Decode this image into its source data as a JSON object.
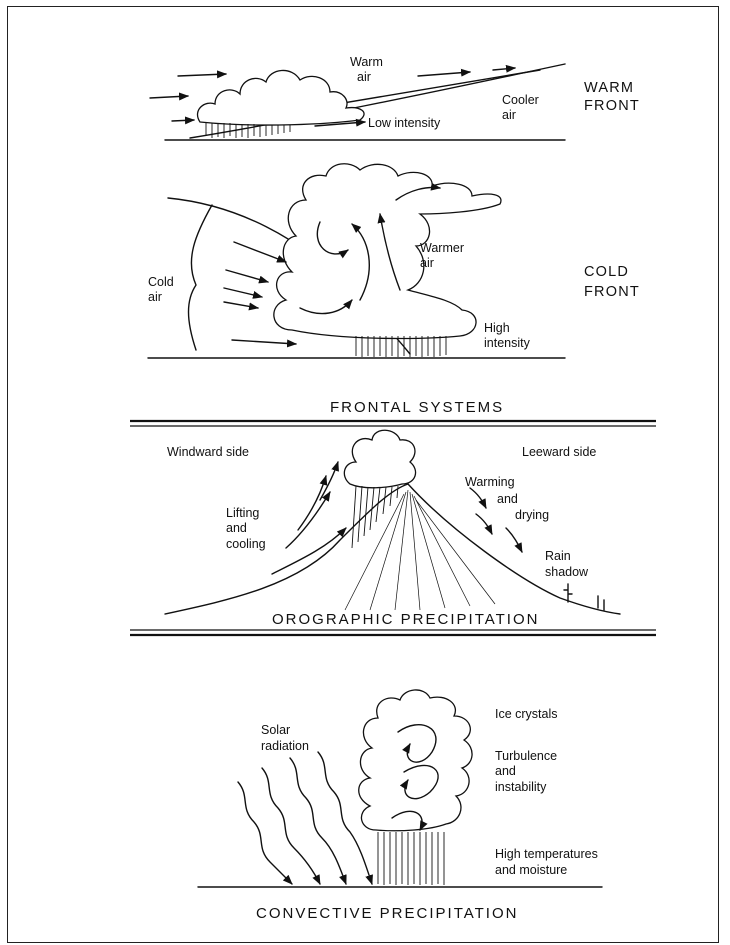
{
  "frontal": {
    "warm_front": {
      "title_line1": "WARM",
      "title_line2": "FRONT",
      "warm_air_1": "Warm",
      "warm_air_2": "air",
      "cooler_air_1": "Cooler",
      "cooler_air_2": "air",
      "low_intensity": "Low intensity"
    },
    "cold_front": {
      "title_line1": "COLD",
      "title_line2": "FRONT",
      "cold_air_1": "Cold",
      "cold_air_2": "air",
      "warmer_air_1": "Warmer",
      "warmer_air_2": "air",
      "high_intensity_1": "High",
      "high_intensity_2": "intensity"
    },
    "caption": "FRONTAL SYSTEMS"
  },
  "orographic": {
    "windward": "Windward side",
    "leeward": "Leeward side",
    "lifting_1": "Lifting",
    "lifting_2": "and",
    "lifting_3": "cooling",
    "warming_1": "Warming",
    "warming_2": "and",
    "warming_3": "drying",
    "rain_shadow_1": "Rain",
    "rain_shadow_2": "shadow",
    "caption": "OROGRAPHIC PRECIPITATION"
  },
  "convective": {
    "solar_1": "Solar",
    "solar_2": "radiation",
    "ice": "Ice crystals",
    "turb_1": "Turbulence",
    "turb_2": "and",
    "turb_3": "instability",
    "high_temp_1": "High temperatures",
    "high_temp_2": "and moisture",
    "caption": "CONVECTIVE PRECIPITATION"
  }
}
